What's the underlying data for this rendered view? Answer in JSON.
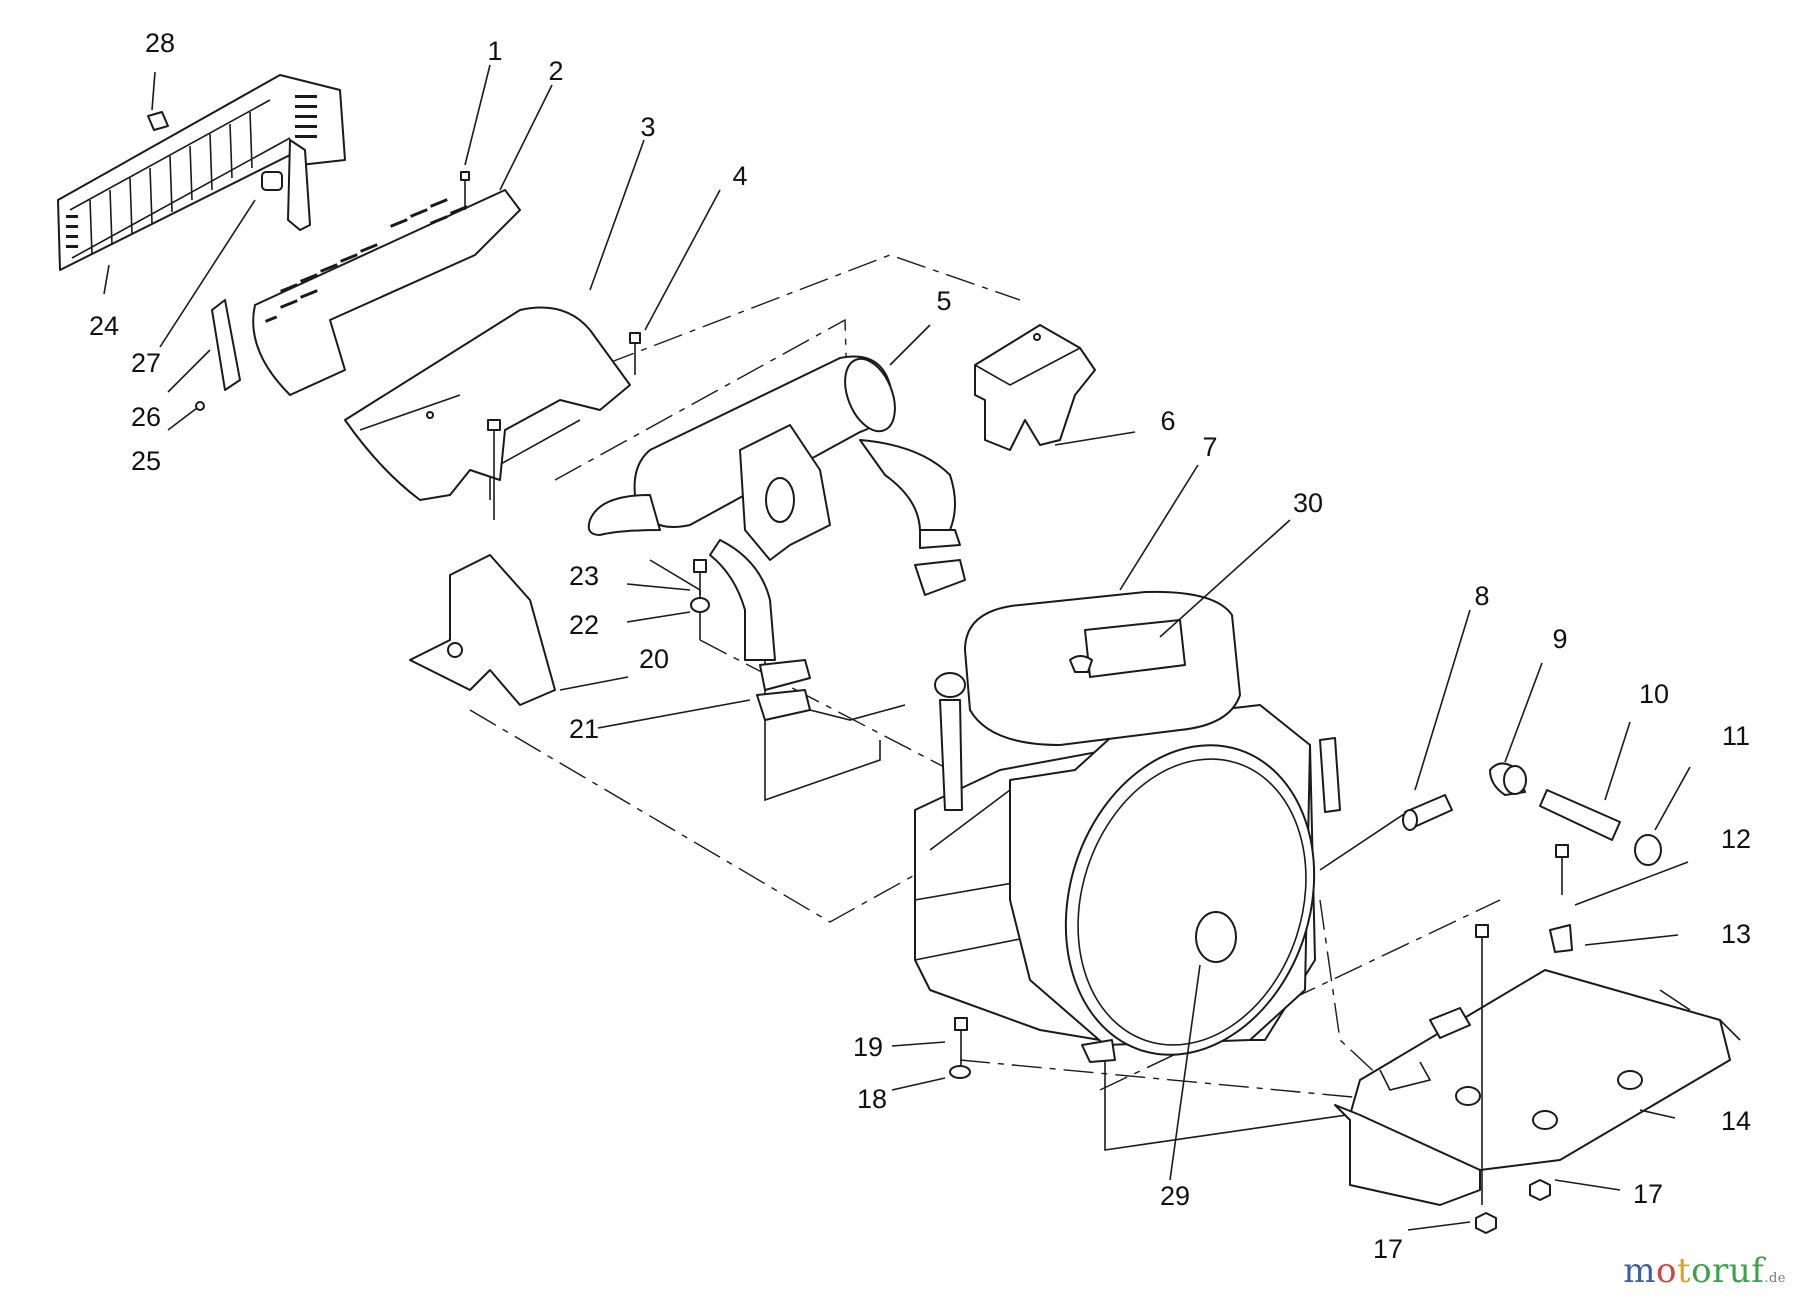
{
  "diagram": {
    "callouts": [
      "1",
      "2",
      "3",
      "4",
      "5",
      "6",
      "7",
      "8",
      "9",
      "10",
      "11",
      "12",
      "13",
      "14",
      "17",
      "17",
      "18",
      "19",
      "20",
      "21",
      "22",
      "23",
      "24",
      "25",
      "26",
      "27",
      "28",
      "29",
      "30"
    ]
  },
  "watermark": {
    "brand_start": "m",
    "brand_o": "o",
    "brand_t": "t",
    "brand_rest": "oruf",
    "suffix": ".de"
  },
  "colors": {
    "line": "#1a1a1a",
    "brand_blue": "#3a5fa8",
    "brand_red": "#d9423a",
    "brand_yellow": "#e0a21f",
    "brand_green": "#3aa34a"
  }
}
